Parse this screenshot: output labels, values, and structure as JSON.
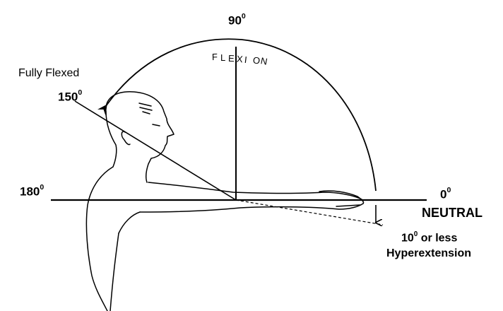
{
  "labels": {
    "vertical_degree": "90",
    "vertical_degree_sup": "0",
    "motion": "FLEXION",
    "fully_flexed": "Fully Flexed",
    "flexed_degree": "150",
    "flexed_degree_sup": "0",
    "back_degree": "180",
    "back_degree_sup": "0",
    "neutral_degree": "0",
    "neutral_degree_sup": "0",
    "neutral": "NEUTRAL",
    "hyper_degree": "10",
    "hyper_degree_sup": "0",
    "hyper_suffix": " or less",
    "hyperextension": "Hyperextension"
  },
  "colors": {
    "ink": "#000000",
    "background": "#ffffff"
  }
}
